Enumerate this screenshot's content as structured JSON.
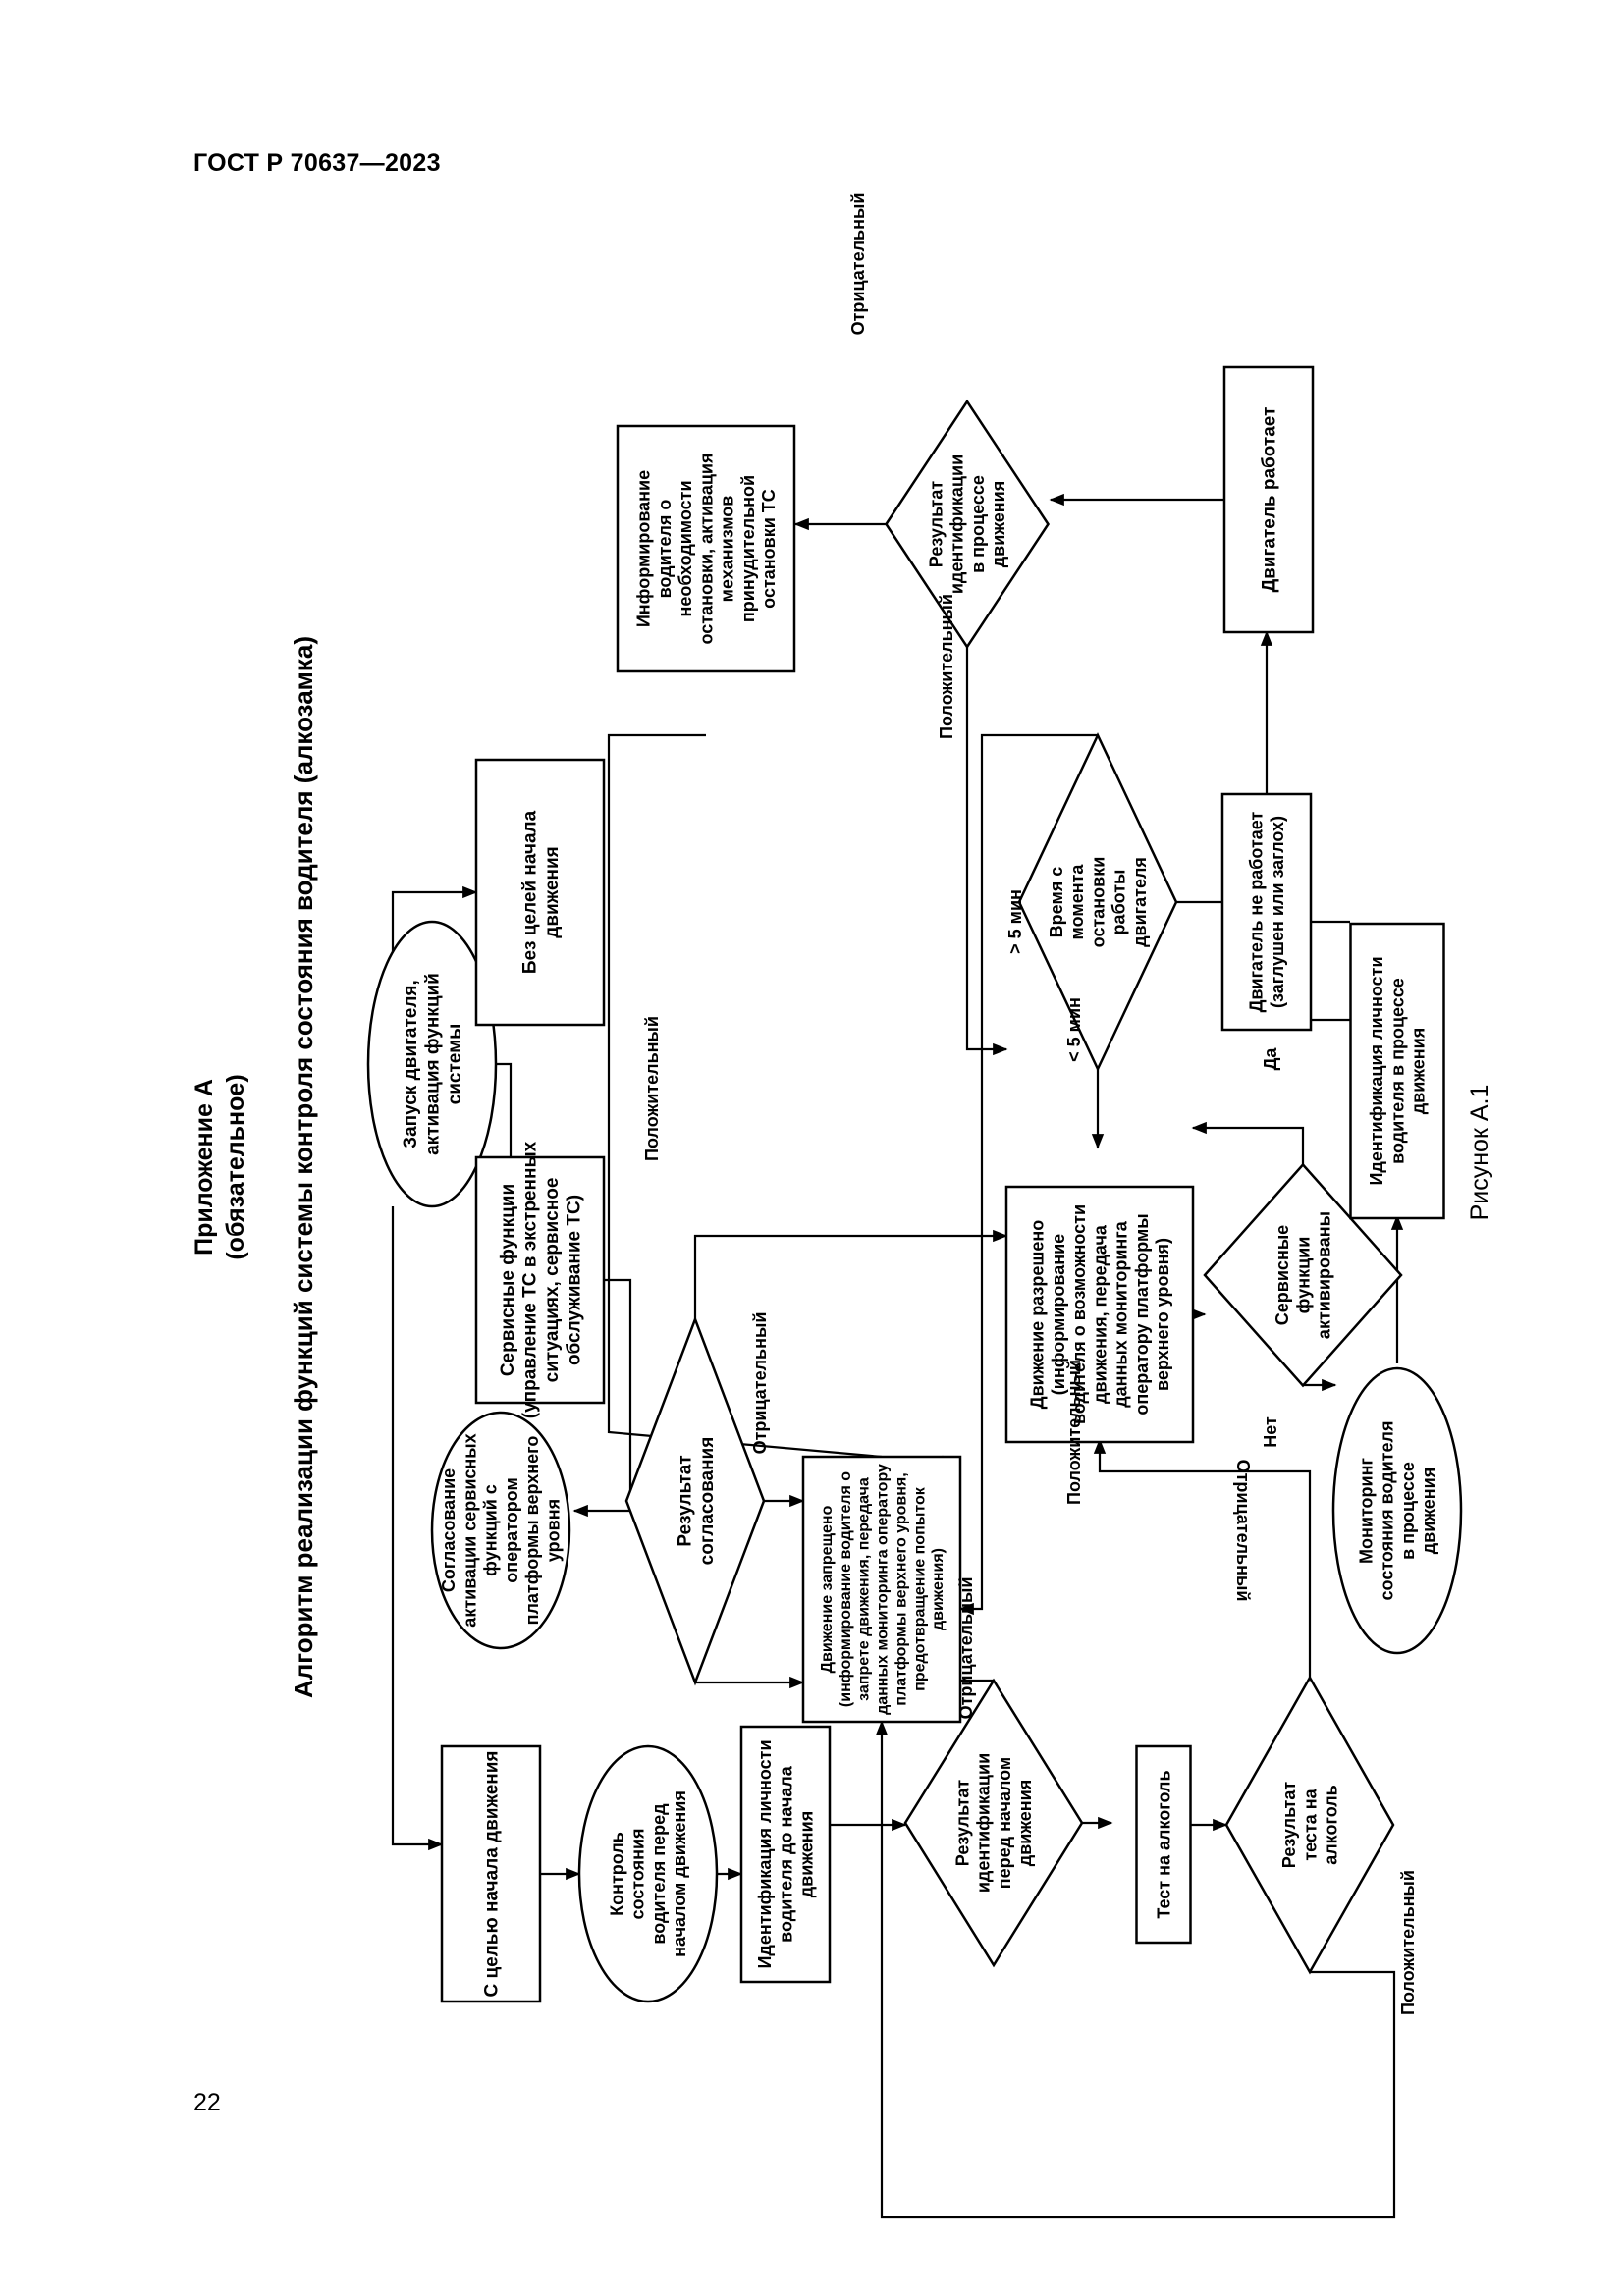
{
  "header": "ГОСТ Р 70637—2023",
  "page_number": "22",
  "figure_caption": "Рисунок А.1",
  "appendix": {
    "title": "Приложение А",
    "note": "(обязательное)",
    "heading": "Алгоритм реализации функций системы контроля состояния водителя (алкозамка)"
  },
  "nodes": [
    {
      "id": "start",
      "shape": "ellipse",
      "lines": [
        "Запуск двигателя,",
        "активация функций",
        "системы"
      ]
    },
    {
      "id": "service",
      "shape": "rect",
      "lines": [
        "Сервисные функции",
        "(управление ТС в экстренных",
        "ситуациях, сервисное",
        "обслуживание ТС)"
      ]
    },
    {
      "id": "no_goal",
      "shape": "rect",
      "lines": [
        "Без целей начала",
        "движения"
      ]
    },
    {
      "id": "coord",
      "shape": "ellipse",
      "lines": [
        "Согласование",
        "активации сервисных",
        "функций с",
        "оператором",
        "платформы верхнего",
        "уровня"
      ]
    },
    {
      "id": "coord_res",
      "shape": "diamond",
      "lines": [
        "Результат",
        "согласования"
      ]
    },
    {
      "id": "goal",
      "shape": "rect",
      "lines": [
        "С целью начала движения"
      ]
    },
    {
      "id": "control",
      "shape": "ellipse",
      "lines": [
        "Контроль",
        "состояния",
        "водителя перед",
        "началом движения"
      ]
    },
    {
      "id": "ident",
      "shape": "rect",
      "lines": [
        "Идентификация личности",
        "водителя до начала",
        "движения"
      ]
    },
    {
      "id": "ident_res",
      "shape": "diamond",
      "lines": [
        "Результат",
        "идентификации",
        "перед началом",
        "движения"
      ]
    },
    {
      "id": "test",
      "shape": "rect",
      "lines": [
        "Тест на алкоголь"
      ]
    },
    {
      "id": "test_res",
      "shape": "diamond",
      "lines": [
        "Результат",
        "теста на",
        "алкоголь"
      ]
    },
    {
      "id": "forbid",
      "shape": "rect",
      "lines": [
        "Движение запрещено",
        "(информирование водителя о",
        "запрете движения, передача",
        "данных мониторинга оператору",
        "платформы верхнего уровня,",
        "предотвращение попыток",
        "движения)"
      ]
    },
    {
      "id": "allow",
      "shape": "rect",
      "lines": [
        "Движение разрешено",
        "(информирование",
        "водителя о возможности",
        "движения, передача",
        "данных мониторинга",
        "оператору платформы",
        "верхнего уровня)"
      ]
    },
    {
      "id": "svc_res",
      "shape": "diamond",
      "lines": [
        "Сервисные",
        "функции",
        "активированы"
      ]
    },
    {
      "id": "monitor",
      "shape": "ellipse",
      "lines": [
        "Мониторинг",
        "состояния водителя",
        "в процессе",
        "движения"
      ]
    },
    {
      "id": "inform_stop",
      "shape": "rect",
      "lines": [
        "Информирование",
        "водителя о",
        "необходимости",
        "остановки, активация",
        "механизмов",
        "принудительной",
        "остановки ТС"
      ]
    },
    {
      "id": "ident_res2",
      "shape": "diamond",
      "lines": [
        "Результат",
        "идентификации",
        "в процессе",
        "движения"
      ]
    },
    {
      "id": "time",
      "shape": "diamond",
      "lines": [
        "Время с",
        "момента",
        "остановки",
        "работы",
        "двигателя"
      ]
    },
    {
      "id": "eng_off",
      "shape": "rect",
      "lines": [
        "Двигатель не работает",
        "(заглушен или заглох)"
      ]
    },
    {
      "id": "ident2",
      "shape": "rect",
      "lines": [
        "Идентификация личности",
        "водителя в процессе",
        "движения"
      ]
    },
    {
      "id": "eng_on",
      "shape": "rect",
      "lines": [
        "Двигатель работает"
      ]
    }
  ],
  "edge_labels": {
    "positive": "Положительный",
    "negative": "Отрицательный",
    "yes": "Да",
    "no": "Нет",
    "over5": "> 5 мин",
    "under5": "< 5 мин"
  }
}
